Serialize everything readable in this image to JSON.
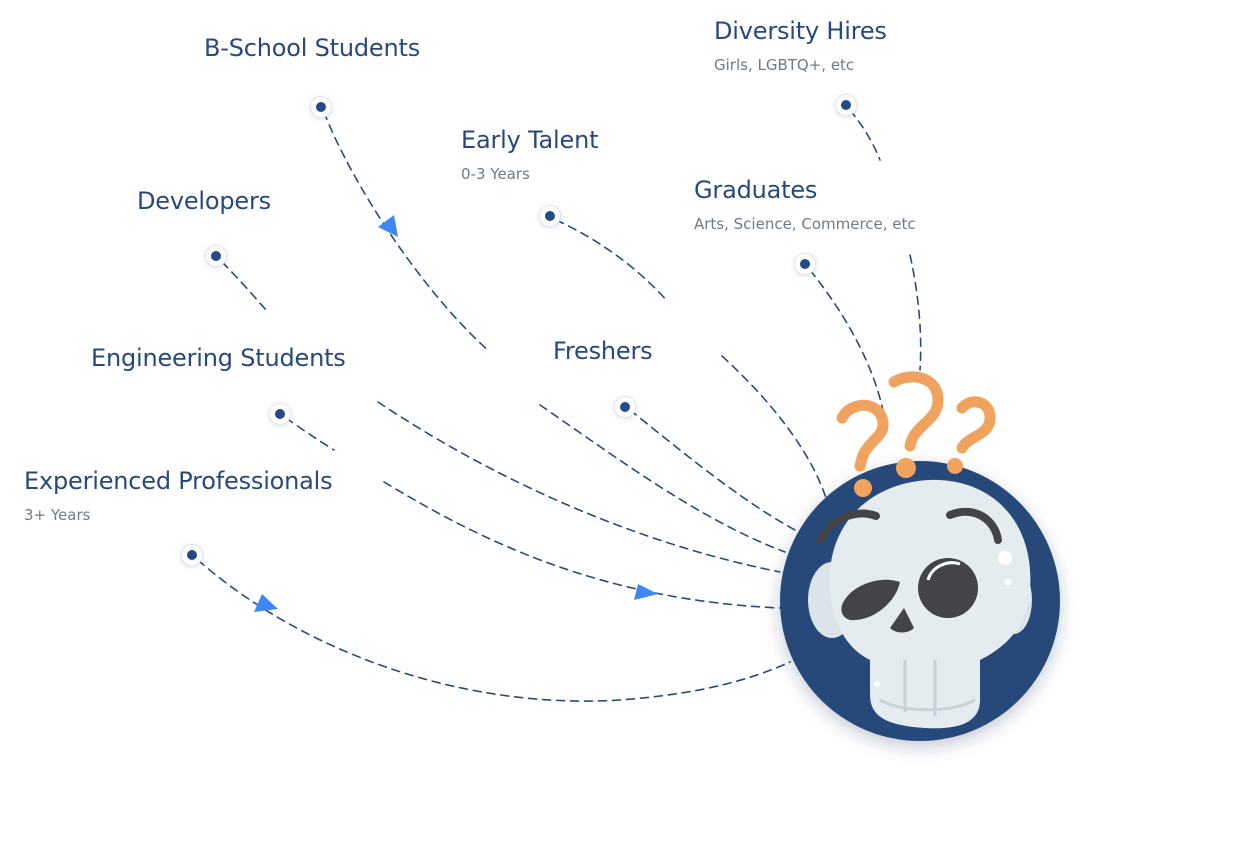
{
  "audiences": [
    {
      "key": "b_school",
      "title": "B-School Students",
      "subtitle": ""
    },
    {
      "key": "diversity",
      "title": "Diversity Hires",
      "subtitle": "Girls, LGBTQ+, etc"
    },
    {
      "key": "early_talent",
      "title": "Early Talent",
      "subtitle": "0-3 Years"
    },
    {
      "key": "developers",
      "title": "Developers",
      "subtitle": ""
    },
    {
      "key": "graduates",
      "title": "Graduates",
      "subtitle": "Arts, Science, Commerce, etc"
    },
    {
      "key": "freshers",
      "title": "Freshers",
      "subtitle": ""
    },
    {
      "key": "engineering",
      "title": "Engineering Students",
      "subtitle": ""
    },
    {
      "key": "experienced",
      "title": "Experienced Professionals",
      "subtitle": "3+ Years"
    }
  ],
  "colors": {
    "label": "#27497d",
    "subtitle": "#707a86",
    "connector": "#2a4b7c",
    "arrow": "#3f87f5",
    "node": "#244b86",
    "circle": "#27487a",
    "skull": "#e4ecef",
    "question_marks": "#f0a35e"
  },
  "central_icon": "confused-skull-icon",
  "decoration_icon": "question-marks-icon"
}
